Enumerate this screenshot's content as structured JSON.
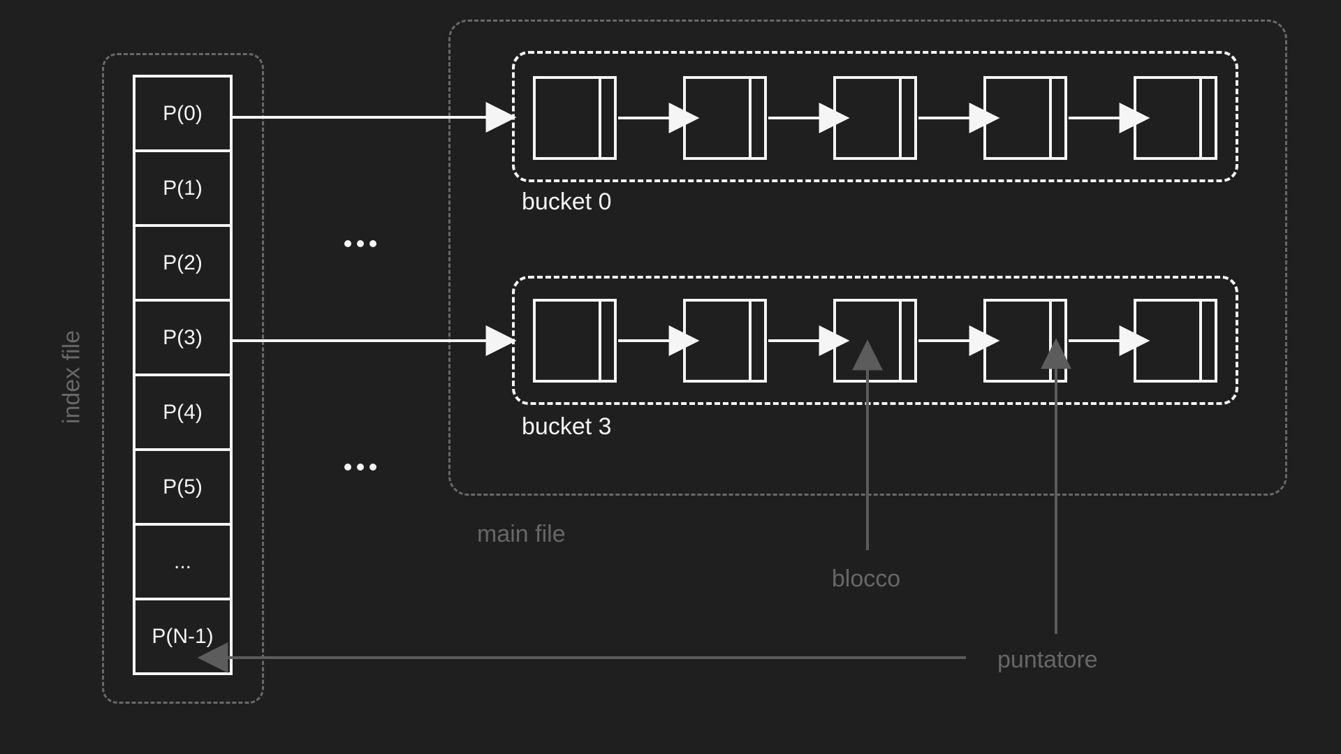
{
  "colors": {
    "background": "#1f1f20",
    "white": "#f5f5f5",
    "gray_border": "#696969",
    "gray_label": "#676767",
    "gray_line": "#5c5c5c"
  },
  "index_file": {
    "label": "index file",
    "cells": [
      "P(0)",
      "P(1)",
      "P(2)",
      "P(3)",
      "P(4)",
      "P(5)",
      "...",
      "P(N-1)"
    ]
  },
  "main_file": {
    "label": "main file"
  },
  "buckets": [
    {
      "label": "bucket 0",
      "block_count": 5
    },
    {
      "label": "bucket 3",
      "block_count": 5
    }
  ],
  "annotations": {
    "block_label": "blocco",
    "pointer_label": "puntatore",
    "more_buckets_ellipsis": "..."
  }
}
